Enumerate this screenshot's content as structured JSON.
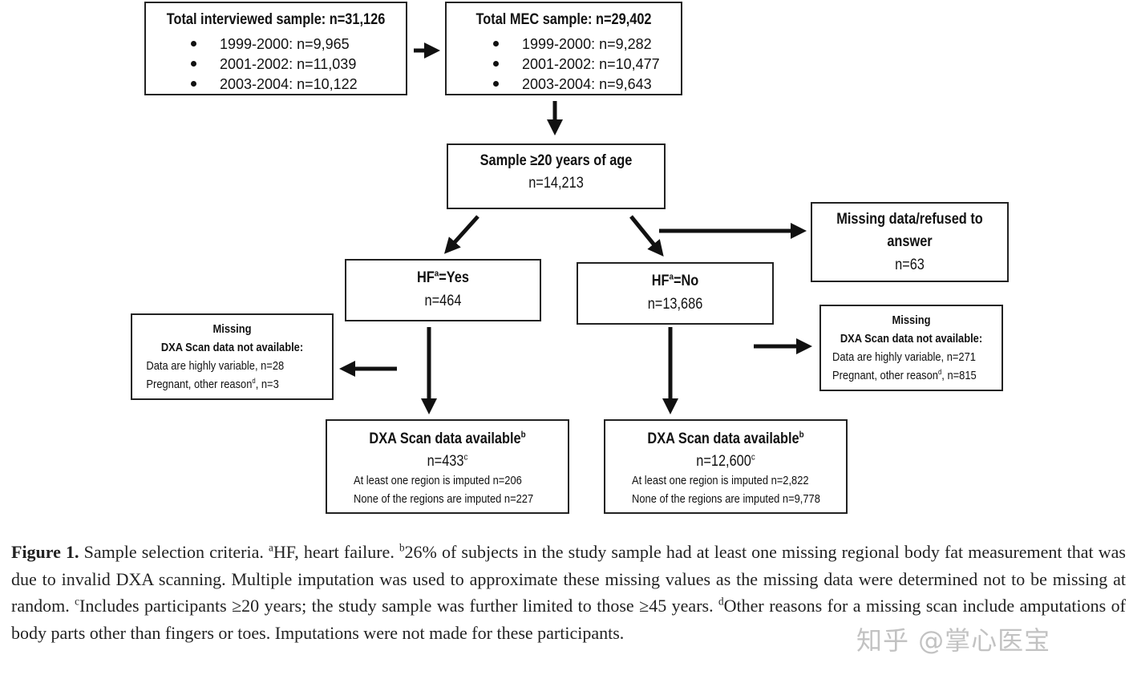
{
  "boxes": {
    "total_interviewed": {
      "title": "Total interviewed sample: n=31,126",
      "items": [
        "1999-2000: n=9,965",
        "2001-2002: n=11,039",
        "2003-2004: n=10,122"
      ]
    },
    "total_mec": {
      "title": "Total MEC sample: n=29,402",
      "items": [
        "1999-2000: n=9,282",
        "2001-2002: n=10,477",
        "2003-2004: n=9,643"
      ]
    },
    "age": {
      "title": "Sample ≥20 years of age",
      "n": "n=14,213"
    },
    "missing_refused": {
      "line1": "Missing data/refused to",
      "line2": "answer",
      "n": "n=63"
    },
    "hf_yes": {
      "title_pre": "HF",
      "sup": "a",
      "title_post": "=Yes",
      "n": "n=464"
    },
    "hf_no": {
      "title_pre": "HF",
      "sup": "a",
      "title_post": "=No",
      "n": "n=13,686"
    },
    "missing_left": {
      "line1": "Missing",
      "line2": "DXA Scan data not available:",
      "line3": "Data are highly variable, n=28",
      "line4_pre": "Pregnant, other reason",
      "line4_sup": "d",
      "line4_post": ", n=3"
    },
    "missing_right": {
      "line1": "Missing",
      "line2": "DXA Scan data not available:",
      "line3": "Data are highly variable, n=271",
      "line4_pre": "Pregnant, other reason",
      "line4_sup": "d",
      "line4_post": ", n=815"
    },
    "dxa_left": {
      "title": "DXA Scan data available",
      "title_sup": "b",
      "n": "n=433",
      "n_sup": "c",
      "line1": "At least one region is imputed n=206",
      "line2": "None of the regions are imputed n=227"
    },
    "dxa_right": {
      "title": "DXA Scan data available",
      "title_sup": "b",
      "n": "n=12,600",
      "n_sup": "c",
      "line1": "At least one region is imputed n=2,822",
      "line2": "None of the regions are imputed n=9,778"
    }
  },
  "caption": {
    "label": "Figure 1.",
    "t1": " Sample selection criteria. ",
    "s1": "a",
    "t2": "HF, heart failure. ",
    "s2": "b",
    "t3": "26% of subjects in the study sample had at least one missing regional body fat measurement that was due to invalid DXA scanning. Multiple imputation was used to approximate these missing values as the missing data were determined not to be missing at random. ",
    "s3": "c",
    "t4": "Includes participants ≥20 years; the study sample was further limited to those ≥45 years. ",
    "s4": "d",
    "t5": "Other reasons for a missing scan include amputations of body parts other than fingers or toes. Imputations were not made for these participants."
  },
  "watermark": "知乎 @掌心医宝"
}
